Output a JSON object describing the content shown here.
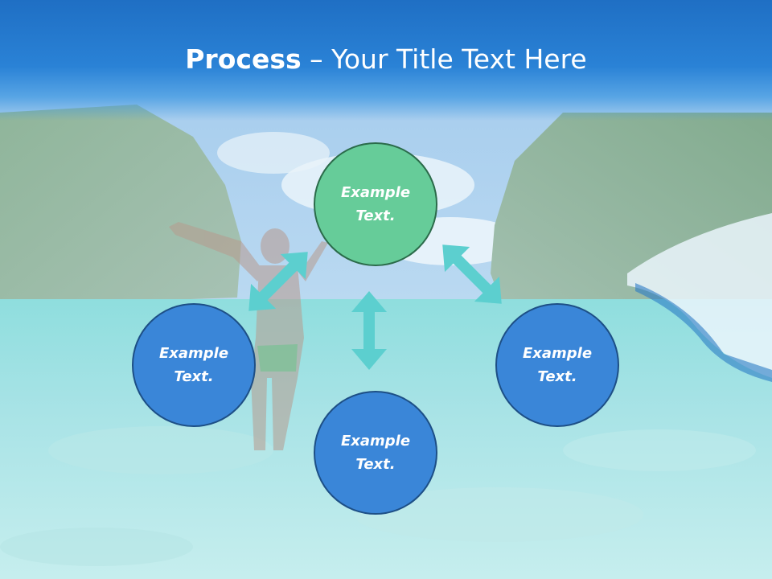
{
  "title": {
    "bold": "Process",
    "dash": " – ",
    "regular": "Your Title Text Here"
  },
  "nodes": {
    "top": "Example Text.",
    "left": "Example Text.",
    "right": "Example Text.",
    "bottom": "Example Text."
  },
  "colors": {
    "title_bar": "#1f6fc4",
    "node_blue": "#3a86d8",
    "node_green": "#66cc99",
    "arrow": "#5ccfcf",
    "water": "#a8e3e6"
  }
}
